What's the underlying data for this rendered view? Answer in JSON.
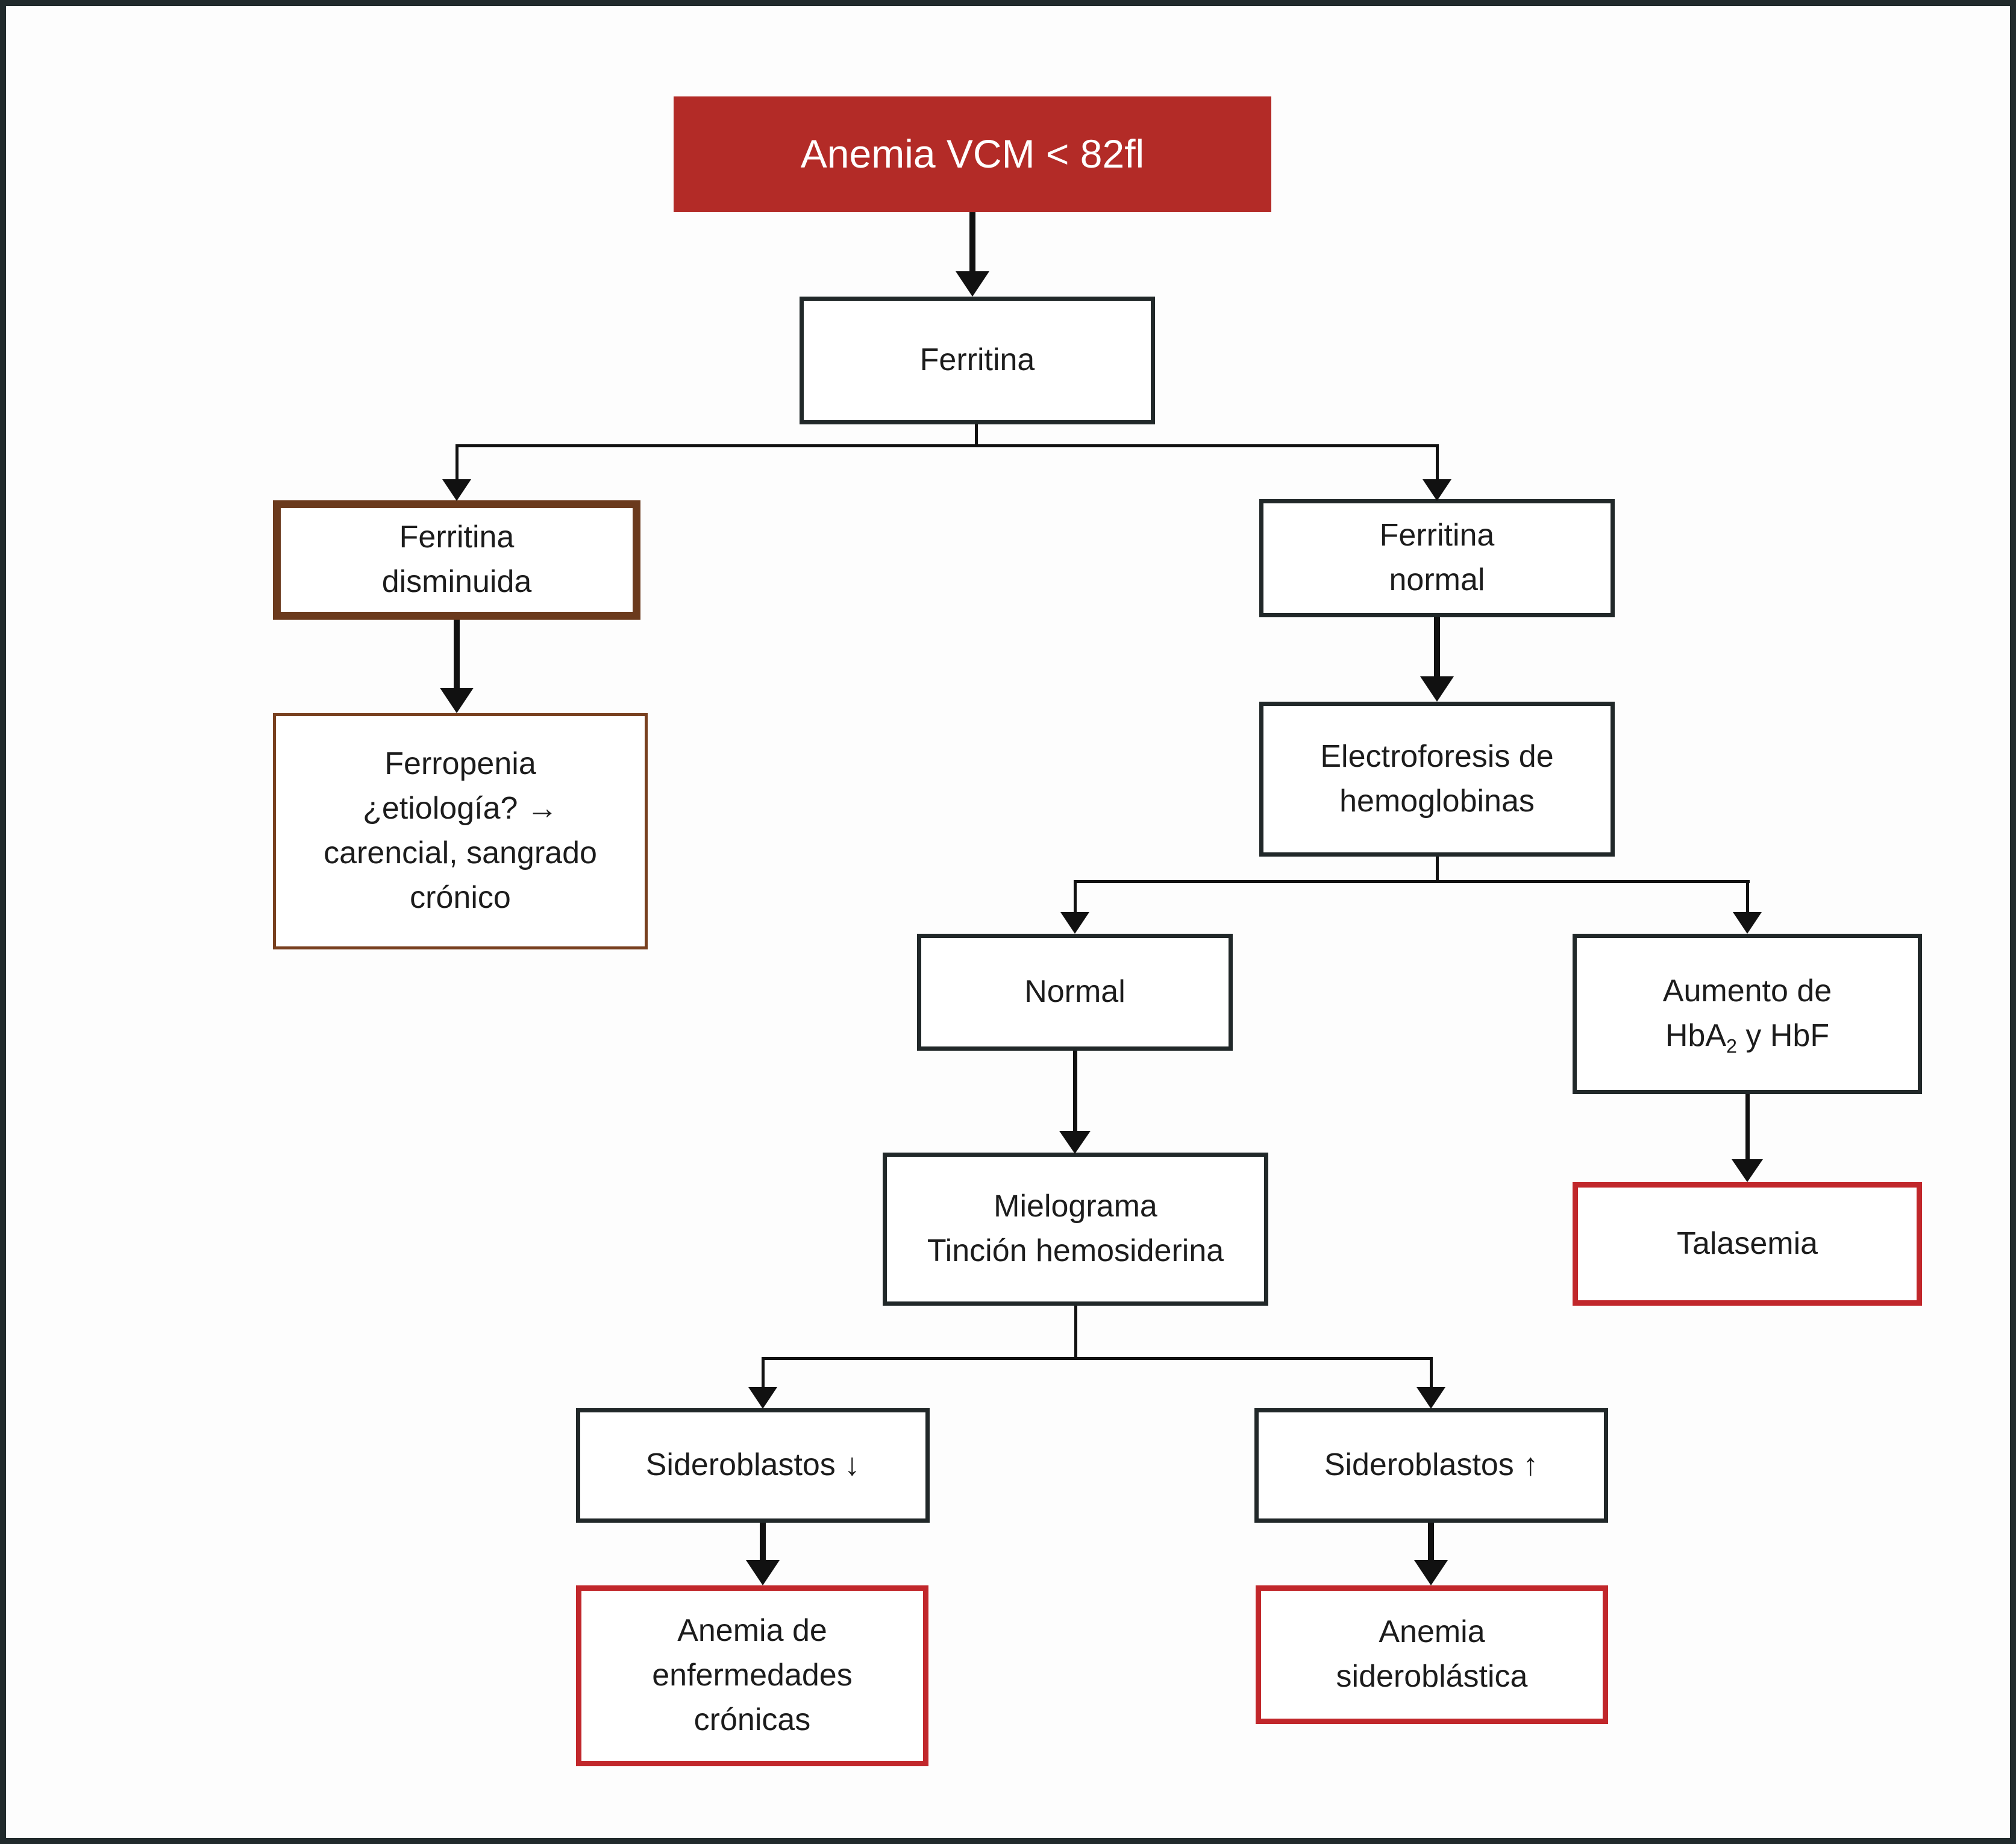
{
  "colors": {
    "accent_red": "#b32b27",
    "outcome_red": "#c1272b",
    "brown_dark": "#6b3a1d",
    "brown_light": "#78401f",
    "box_border": "#212829",
    "line_color": "#111111",
    "text_color": "#1c1c1c"
  },
  "nodes": {
    "title": {
      "label": "Anemia VCM < 82fl"
    },
    "ferritina": {
      "label": "Ferritina"
    },
    "ferritina_disminuida": {
      "line1": "Ferritina",
      "line2": "disminuida"
    },
    "ferropenia": {
      "line1": "Ferropenia",
      "line2": "¿etiología? →",
      "line3": "carencial, sangrado",
      "line4": "crónico"
    },
    "ferritina_normal": {
      "line1": "Ferritina",
      "line2": "normal"
    },
    "electroforesis": {
      "line1": "Electroforesis de",
      "line2": "hemoglobinas"
    },
    "normal": {
      "label": "Normal"
    },
    "aumento": {
      "line1": "Aumento de",
      "hb_prefix": "HbA",
      "hb_sub": "2",
      "hb_suffix": " y HbF"
    },
    "mielograma": {
      "line1": "Mielograma",
      "line2": "Tinción hemosiderina"
    },
    "talasemia": {
      "label": "Talasemia"
    },
    "sideroblastos_bajos": {
      "label": "Sideroblastos ↓"
    },
    "sideroblastos_altos": {
      "label": "Sideroblastos ↑"
    },
    "anemia_cronicas": {
      "line1": "Anemia de",
      "line2": "enfermedades",
      "line3": "crónicas"
    },
    "anemia_sideroblastica": {
      "line1": "Anemia",
      "line2": "sideroblástica"
    }
  }
}
